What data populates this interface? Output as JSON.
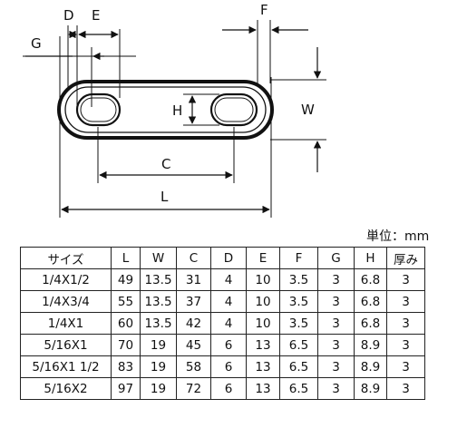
{
  "diagram": {
    "dim_labels": {
      "D": "D",
      "E": "E",
      "F": "F",
      "G": "G",
      "H": "H",
      "W": "W",
      "C": "C",
      "L": "L"
    }
  },
  "unit_label": "単位：mm",
  "table": {
    "headers": [
      "サイズ",
      "L",
      "W",
      "C",
      "D",
      "E",
      "F",
      "G",
      "H",
      "厚み"
    ],
    "rows": [
      [
        "1/4X1/2",
        "49",
        "13.5",
        "31",
        "4",
        "10",
        "3.5",
        "3",
        "6.8",
        "3"
      ],
      [
        "1/4X3/4",
        "55",
        "13.5",
        "37",
        "4",
        "10",
        "3.5",
        "3",
        "6.8",
        "3"
      ],
      [
        "1/4X1",
        "60",
        "13.5",
        "42",
        "4",
        "10",
        "3.5",
        "3",
        "6.8",
        "3"
      ],
      [
        "5/16X1",
        "70",
        "19",
        "45",
        "6",
        "13",
        "6.5",
        "3",
        "8.9",
        "3"
      ],
      [
        "5/16X1 1/2",
        "83",
        "19",
        "58",
        "6",
        "13",
        "6.5",
        "3",
        "8.9",
        "3"
      ],
      [
        "5/16X2",
        "97",
        "19",
        "72",
        "6",
        "13",
        "6.5",
        "3",
        "8.9",
        "3"
      ]
    ]
  }
}
